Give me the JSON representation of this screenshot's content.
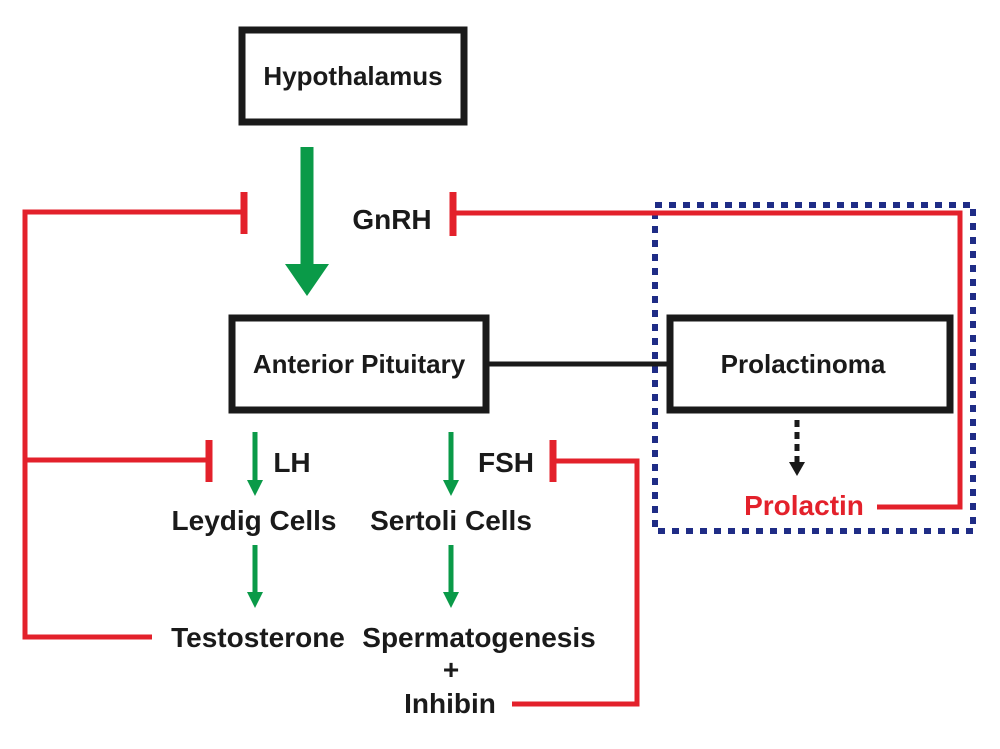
{
  "colors": {
    "stimulate": "#0a9a48",
    "inhibit": "#e3212b",
    "box": "#1a1a1a",
    "region_border": "#1f2c86"
  },
  "nodes": {
    "hypothalamus": "Hypothalamus",
    "anterior_pituitary": "Anterior Pituitary",
    "prolactinoma": "Prolactinoma",
    "gnrh": "GnRH",
    "lh": "LH",
    "fsh": "FSH",
    "leydig_cells": "Leydig Cells",
    "sertoli_cells": "Sertoli Cells",
    "testosterone": "Testosterone",
    "spermatogenesis": "Spermatogenesis",
    "plus": "+",
    "inhibin": "Inhibin",
    "prolactin": "Prolactin"
  },
  "edges": [
    {
      "from": "Hypothalamus",
      "to": "Anterior Pituitary",
      "type": "stimulate",
      "label": "GnRH"
    },
    {
      "from": "Anterior Pituitary",
      "to": "Leydig Cells",
      "type": "stimulate",
      "label": "LH"
    },
    {
      "from": "Anterior Pituitary",
      "to": "Sertoli Cells",
      "type": "stimulate",
      "label": "FSH"
    },
    {
      "from": "Leydig Cells",
      "to": "Testosterone",
      "type": "stimulate"
    },
    {
      "from": "Sertoli Cells",
      "to": "Spermatogenesis",
      "type": "stimulate"
    },
    {
      "from": "Testosterone",
      "to": "GnRH",
      "type": "inhibit"
    },
    {
      "from": "Testosterone",
      "to": "LH",
      "type": "inhibit"
    },
    {
      "from": "Inhibin",
      "to": "FSH",
      "type": "inhibit"
    },
    {
      "from": "Prolactin",
      "to": "GnRH",
      "type": "inhibit"
    },
    {
      "from": "Prolactinoma",
      "to": "Prolactin",
      "type": "secretes",
      "style": "dashed"
    },
    {
      "from": "Anterior Pituitary",
      "to": "Prolactinoma",
      "type": "connection"
    }
  ]
}
